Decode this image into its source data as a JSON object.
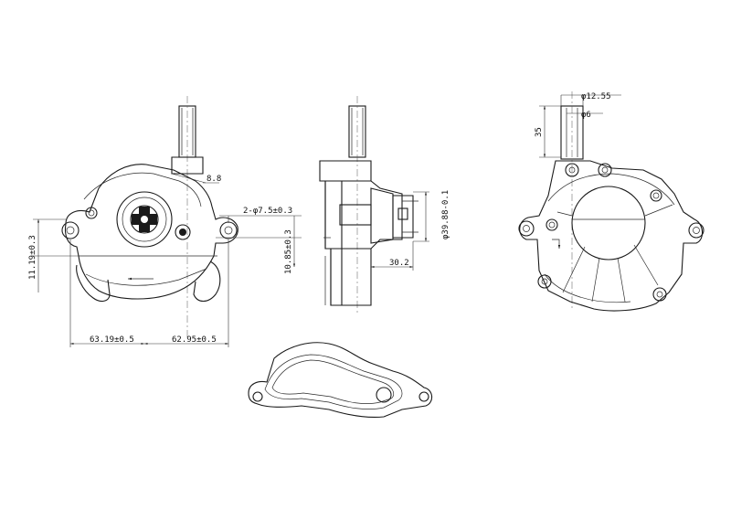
{
  "drawing": {
    "front_view": {
      "dimensions": {
        "thread": "8.8",
        "holes": "2-φ7.5±0.3",
        "height_left": "11.19±0.3",
        "height_right": "10.85±0.3",
        "width_left": "63.19±0.5",
        "width_right": "62.95±0.5"
      }
    },
    "section_view": {
      "dimensions": {
        "diameter": "φ39.88-0.1",
        "depth": "30.2"
      }
    },
    "rear_view": {
      "dimensions": {
        "outer_diameter": "φ12.55",
        "inner_diameter": "φ6",
        "shaft_length": "35"
      }
    }
  }
}
